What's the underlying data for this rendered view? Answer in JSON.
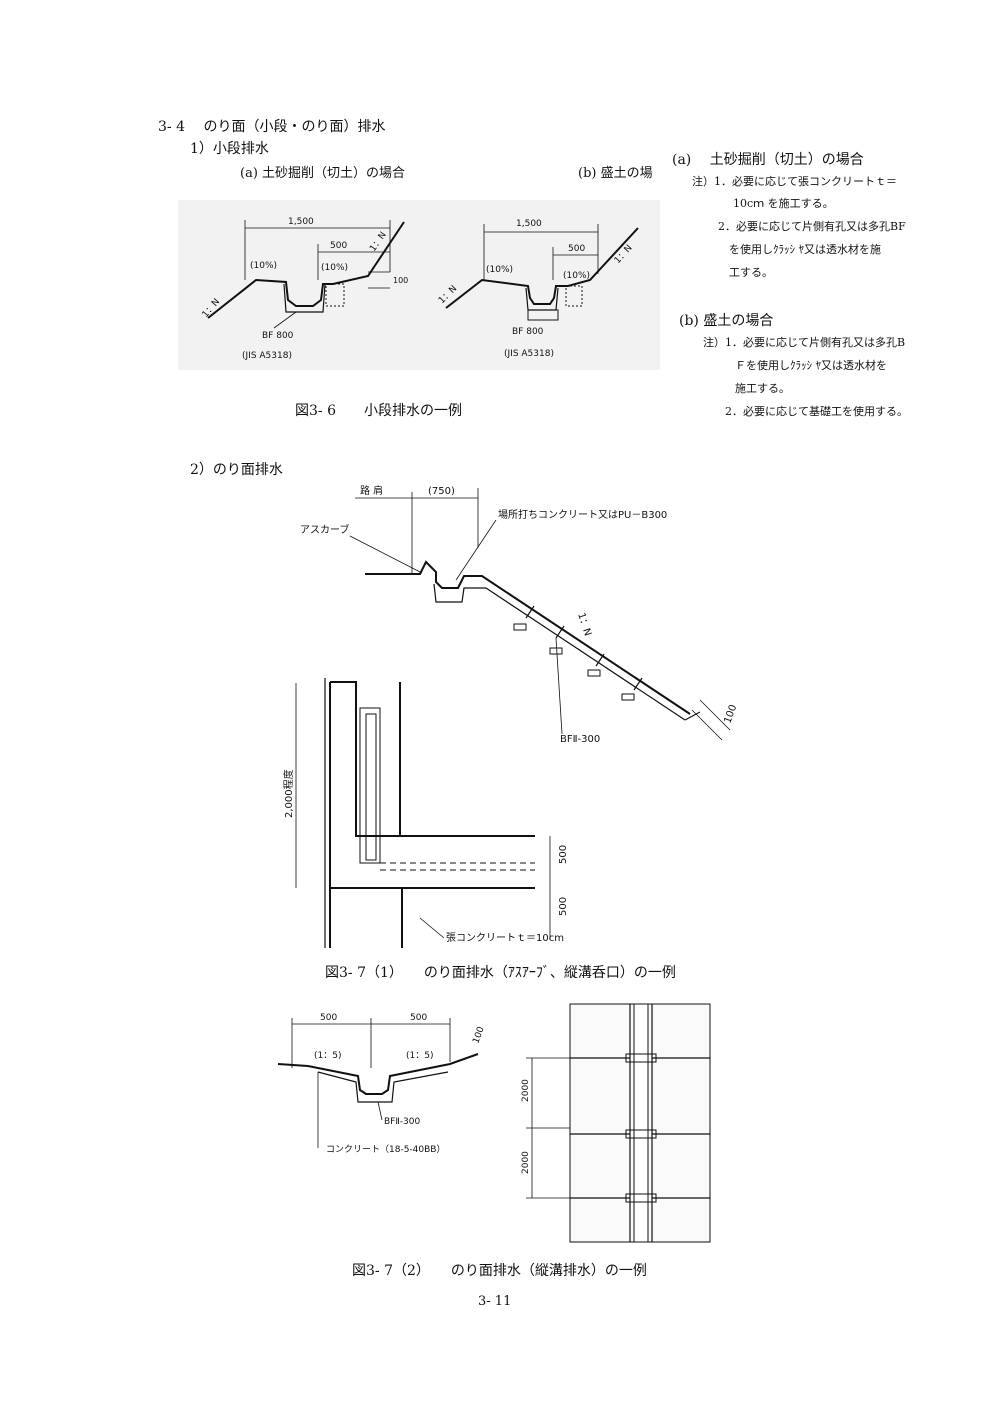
{
  "section": {
    "heading": "3- 4　 のり面（小段・のり面）排水",
    "sub1": "1）小段排水",
    "sub2": "2）のり面排水"
  },
  "fig36": {
    "caption_a": "(a) 土砂掘削（切土）の場合",
    "caption_b": "(b) 盛土の場",
    "caption": "図3- 6　　小段排水の一例",
    "left": {
      "width": "1,500",
      "inner": "500",
      "slope_left": "(10%)",
      "slope_right": "(10%)",
      "ratio_left": "1：N",
      "ratio_right": "1：N",
      "height": "100",
      "product": "BF 800",
      "standard": "(JIS A5318)"
    },
    "right": {
      "width": "1,500",
      "inner": "500",
      "slope_left": "(10%)",
      "slope_right": "(10%)",
      "ratio_left": "1：N",
      "ratio_right": "1：N",
      "product": "BF 800",
      "standard": "(JIS A5318)"
    }
  },
  "notes": {
    "a_title": "(a)　 土砂掘削（切土）の場合",
    "a_note1_l1": "注）1．必要に応じて張コンクリートｔ＝",
    "a_note1_l2": "10cｍ を施工する。",
    "a_note2_l1": "2．必要に応じて片側有孔又は多孔BF",
    "a_note2_l2": "を使用しｸﾗｯｼ ﾔ又は透水材を施",
    "a_note2_l3": "工する。",
    "b_title": "(b) 盛土の場合",
    "b_note1_l1": "注）1．必要に応じて片側有孔又は多孔B",
    "b_note1_l2": "Ｆを使用しｸﾗｯｼ ﾔ又は透水材を",
    "b_note1_l3": "施工する。",
    "b_note2": "2．必要に応じて基礎工を使用する。"
  },
  "fig37_1": {
    "road_shoulder": "路 肩",
    "shoulder_width": "(750)",
    "ascurb": "アスカーブ",
    "cast_label": "場所打ちコンクリート又はPU－B300",
    "slope_ratio": "1：N",
    "product": "BFⅡ-300",
    "thickness": "100",
    "length": "2,000程度",
    "dim_upper": "500",
    "dim_lower": "500",
    "lining": "張コンクリートｔ＝10cm",
    "caption": "図3- 7（1）　　のり面排水（ｱｽｱｰﾌﾞ、縦溝呑口）の一例"
  },
  "fig37_2": {
    "width_left": "500",
    "width_right": "500",
    "slope_left": "(1：5)",
    "slope_right": "(1：5)",
    "height": "100",
    "product": "BFⅡ-300",
    "concrete": "コンクリート（18-5-40BB）",
    "pitch_1": "2000",
    "pitch_2": "2000",
    "caption": "図3- 7（2）　　のり面排水（縦溝排水）の一例"
  },
  "page_number": "3- 11"
}
